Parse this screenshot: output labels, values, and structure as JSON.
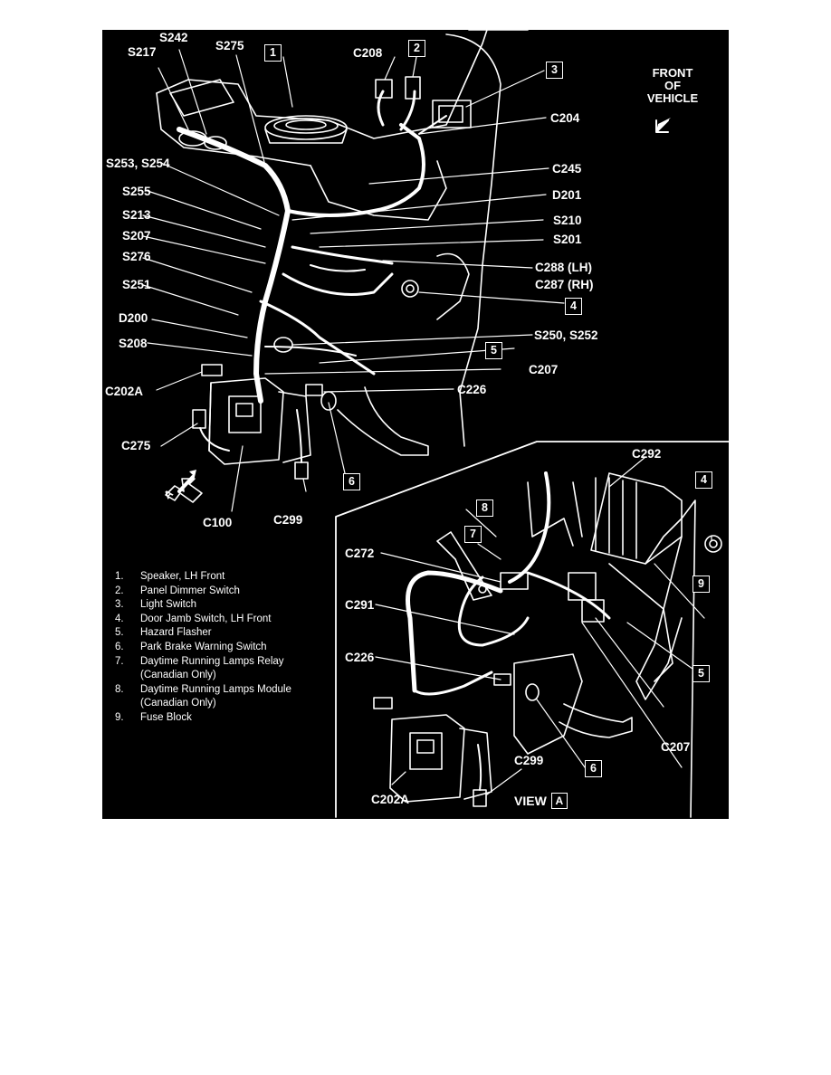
{
  "main_view": {
    "labels": {
      "s217": "S217",
      "s242": "S242",
      "s275": "S275",
      "c208": "C208",
      "c204": "C204",
      "c245": "C245",
      "d201": "D201",
      "s253_s254": "S253, S254",
      "s255": "S255",
      "s213": "S213",
      "s207": "S207",
      "s276": "S276",
      "s251": "S251",
      "d200": "D200",
      "s208": "S208",
      "c202a": "C202A",
      "c275": "C275",
      "c100": "C100",
      "c299": "C299",
      "s210": "S210",
      "s201": "S201",
      "c288": "C288 (LH)",
      "c287": "C287 (RH)",
      "s250_s252": "S250, S252",
      "c207": "C207",
      "c226": "C226"
    },
    "boxes": {
      "b1": "1",
      "b2": "2",
      "b3": "3",
      "b4": "4",
      "b5": "5",
      "b6": "6"
    },
    "front_of_vehicle": {
      "line1": "FRONT",
      "line2": "OF",
      "line3": "VEHICLE"
    },
    "view_marker": "A"
  },
  "view_a": {
    "labels": {
      "c292": "C292",
      "c272": "C272",
      "c291": "C291",
      "c226": "C226",
      "c299": "C299",
      "c202a": "C202A",
      "c207": "C207"
    },
    "boxes": {
      "b4": "4",
      "b5": "5",
      "b6": "6",
      "b7": "7",
      "b8": "8",
      "b9": "9"
    },
    "caption_prefix": "VIEW",
    "caption_box": "A"
  },
  "legend": [
    {
      "num": "1.",
      "text": "Speaker, LH Front"
    },
    {
      "num": "2.",
      "text": "Panel Dimmer Switch"
    },
    {
      "num": "3.",
      "text": "Light Switch"
    },
    {
      "num": "4.",
      "text": "Door Jamb Switch, LH Front"
    },
    {
      "num": "5.",
      "text": "Hazard Flasher"
    },
    {
      "num": "6.",
      "text": "Park Brake Warning Switch"
    },
    {
      "num": "7.",
      "text": "Daytime Running Lamps Relay"
    },
    {
      "num": "",
      "text": "(Canadian Only)"
    },
    {
      "num": "8.",
      "text": "Daytime Running Lamps Module"
    },
    {
      "num": "",
      "text": "(Canadian Only)"
    },
    {
      "num": "9.",
      "text": "Fuse Block"
    }
  ]
}
